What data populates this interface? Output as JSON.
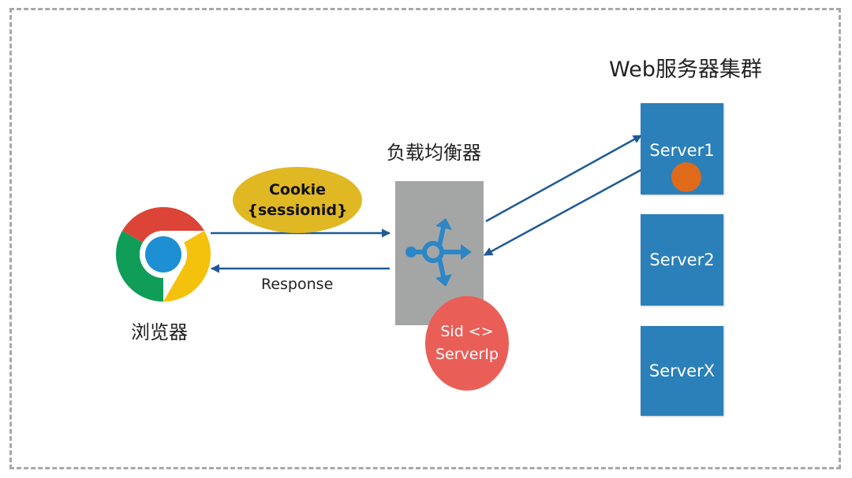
{
  "cluster_title": "Web服务器集群",
  "load_balancer": {
    "title": "负载均衡器",
    "box_color": "#a4a6a6",
    "icon": "load-balancer-icon"
  },
  "browser": {
    "title": "浏览器",
    "icon": "chrome-icon"
  },
  "cookie": {
    "line1": "Cookie",
    "line2": "{sessionid}",
    "color": "#e0b823"
  },
  "response_label": "Response",
  "session_map": {
    "line1": "Sid <>",
    "line2": "ServerIp",
    "color": "#e95f58"
  },
  "servers": [
    {
      "label": "Server1",
      "has_session": true
    },
    {
      "label": "Server2",
      "has_session": false
    },
    {
      "label": "ServerX",
      "has_session": false
    }
  ],
  "colors": {
    "server": "#2b80b9",
    "arrow": "#1f5a96",
    "session_dot": "#df6a1a"
  }
}
